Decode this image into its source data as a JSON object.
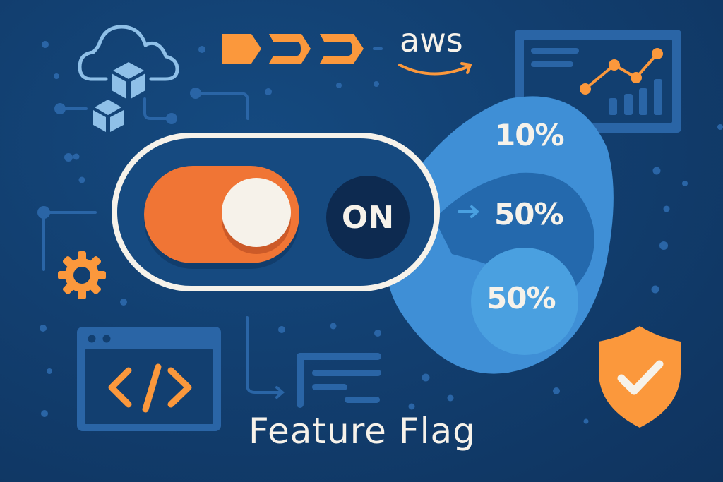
{
  "illustration": {
    "title": "Feature Flag",
    "brand_logo": "aws",
    "toggle": {
      "state_label": "ON",
      "state": "on"
    },
    "rollout_percentages": [
      "10%",
      "50%",
      "50%"
    ],
    "icons": [
      "cloud-with-boxes-icon",
      "pipeline-arrows-icon",
      "aws-logo",
      "dashboard-chart-icon",
      "gear-icon",
      "code-window-icon",
      "document-lines-icon",
      "shield-check-icon"
    ]
  },
  "colors": {
    "background": "#123f70",
    "toggle_track": "#f07535",
    "toggle_knob": "#f6f2ea",
    "toggle_outline": "#f6f2ea",
    "toggle_body": "#164a80",
    "on_badge": "#0d2a50",
    "accent_orange": "#fb983c",
    "blob_outer": "#3f8fd6",
    "blob_mid": "#2469ad",
    "blob_inner": "#4aa0e0",
    "icon_blue": "#2a65a6",
    "icon_light_blue": "#8fc0e8"
  }
}
